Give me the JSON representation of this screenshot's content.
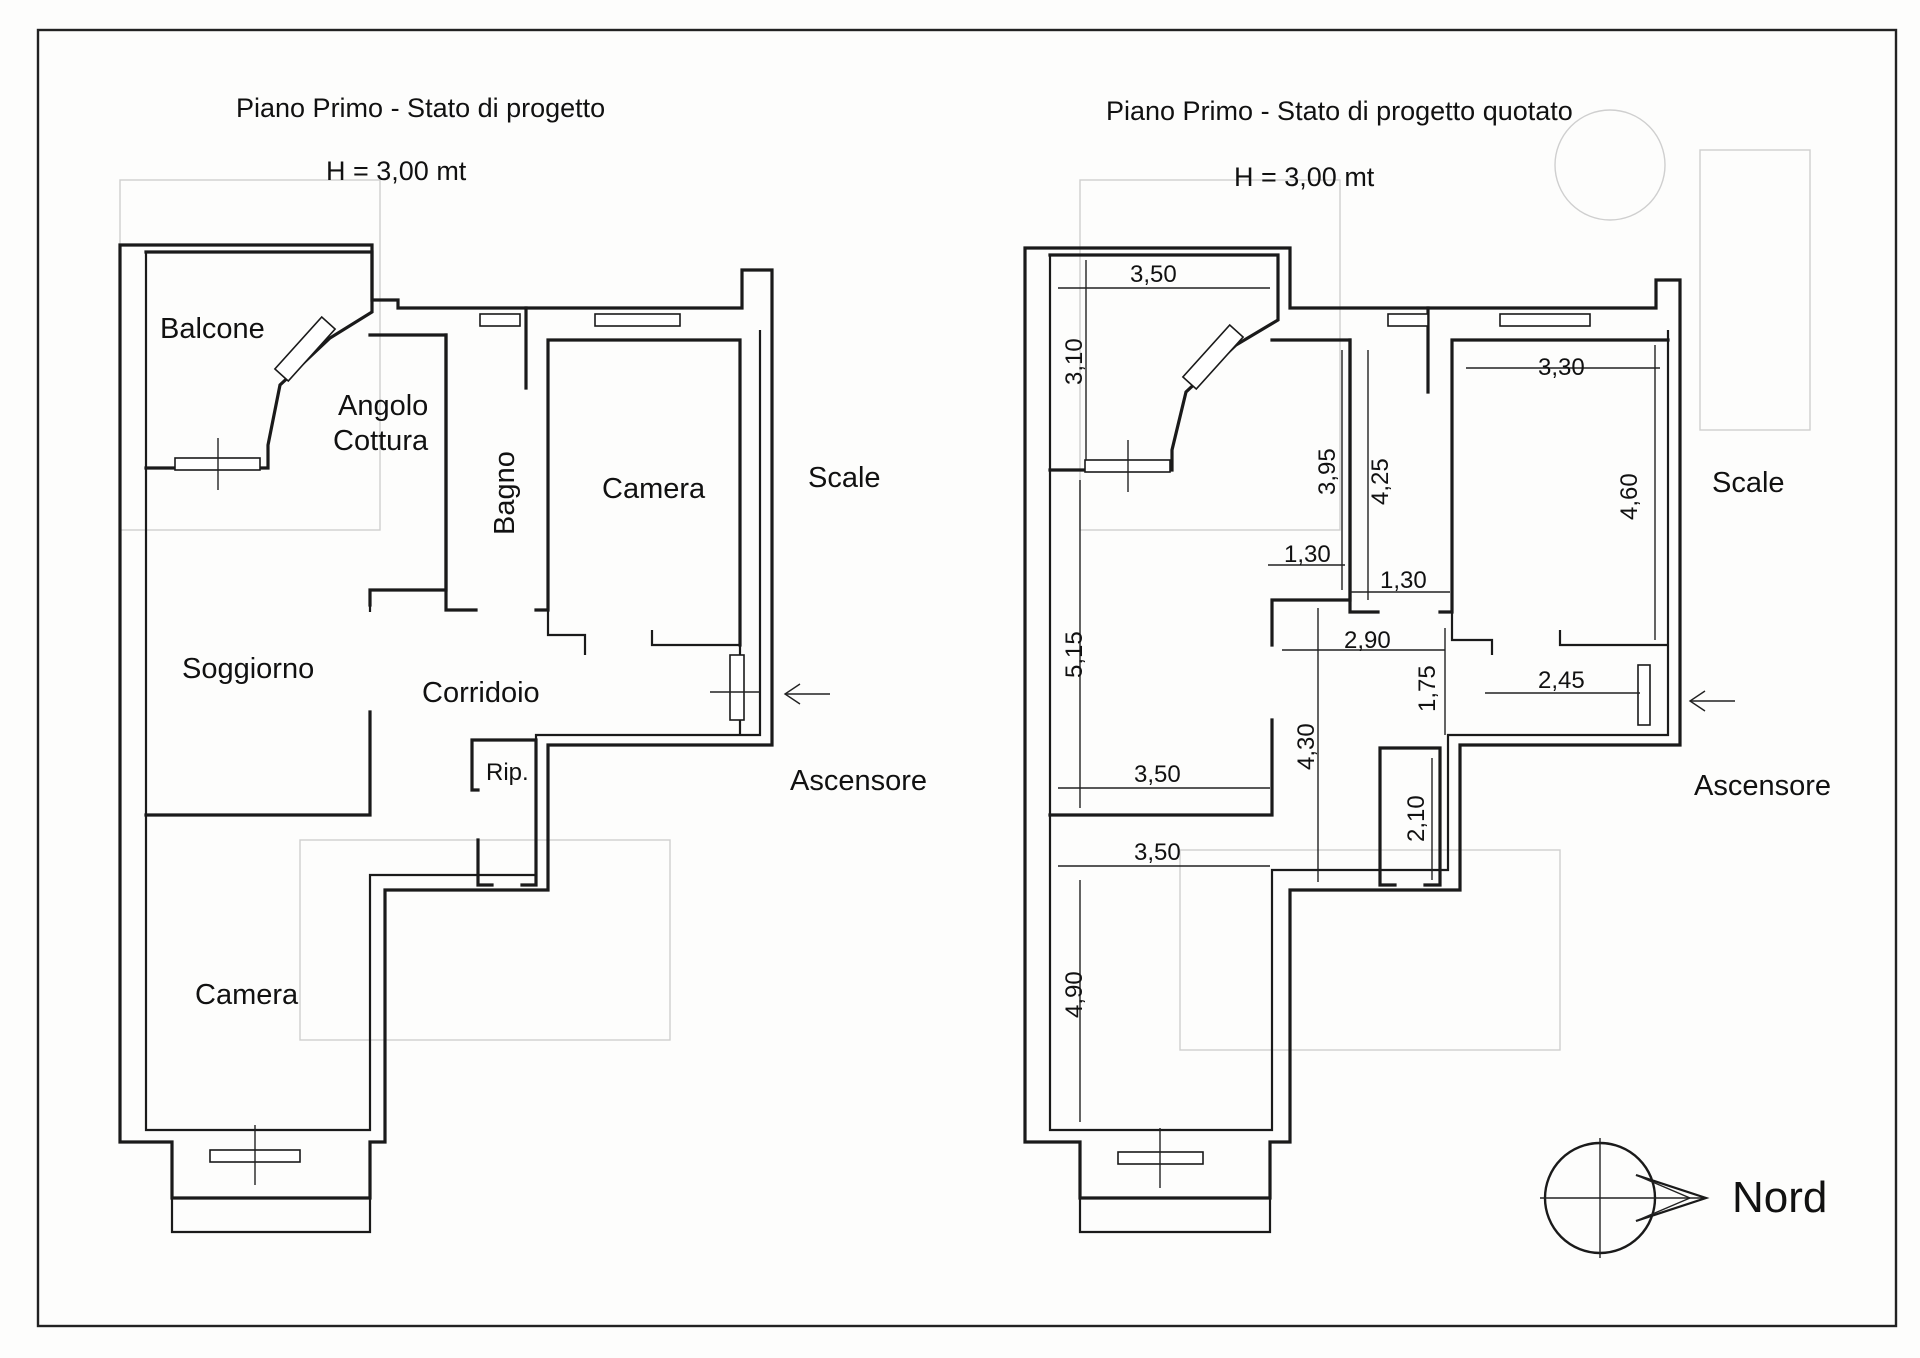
{
  "left_plan": {
    "title": "Piano Primo - Stato di progetto",
    "height": "H = 3,00 mt",
    "rooms": {
      "balcone": "Balcone",
      "angolo_1": "Angolo",
      "angolo_2": "Cottura",
      "bagno": "Bagno",
      "camera_top": "Camera",
      "soggiorno": "Soggiorno",
      "corridoio": "Corridoio",
      "ripostiglio": "Rip.",
      "camera_bottom": "Camera"
    },
    "labels": {
      "scale": "Scale",
      "ascensore": "Ascensore"
    }
  },
  "right_plan": {
    "title": "Piano Primo - Stato di progetto quotato",
    "height": "H = 3,00 mt",
    "dimensions": {
      "balcone_w": "3,50",
      "balcone_h": "3,10",
      "camera_w": "3,30",
      "camera_h": "4,60",
      "cottura_h": "3,95",
      "bagno_h": "4,25",
      "cott_w": "1,30",
      "bagno_w": "1,30",
      "corr_w": "2,90",
      "corr_h": "1,75",
      "entry_w": "2,45",
      "sogg_h": "5,15",
      "sogg_w": "3,50",
      "left_h": "4,30",
      "rip_h": "2,10",
      "cam2_w": "3,50",
      "cam2_h": "4,90"
    },
    "labels": {
      "scale": "Scale",
      "ascensore": "Ascensore"
    }
  },
  "compass": {
    "label": "Nord",
    "icon": "north-arrow-icon"
  },
  "colors": {
    "line": "#1a1a1a",
    "paper": "#fdfdfc"
  }
}
